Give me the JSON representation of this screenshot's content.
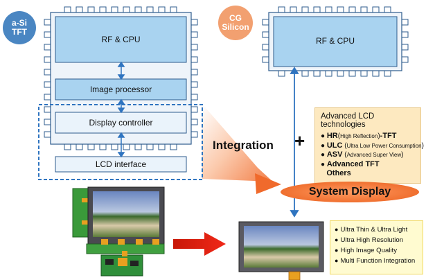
{
  "badges": {
    "left": [
      "a-Si",
      "TFT"
    ],
    "right": [
      "CG",
      "Silicon"
    ]
  },
  "left_chip": {
    "rf_cpu": "RF & CPU",
    "image_processor": "Image processor",
    "display_controller": "Display controller",
    "lcd_interface": "LCD interface"
  },
  "right_chip": {
    "rf_cpu": "RF & CPU"
  },
  "integration_label": "Integration",
  "plus_sign": "+",
  "advanced_box": {
    "title": "Advanced LCD technologies",
    "items": [
      {
        "main": "HR",
        "paren": "High Reflection",
        "suffix": "-TFT"
      },
      {
        "main": "ULC",
        "paren": "Ultra Low Power Consumption",
        "suffix": ""
      },
      {
        "main": "ASV",
        "paren": "Advanced Super View",
        "suffix": ""
      },
      {
        "main": "Advanced TFT",
        "paren": "",
        "suffix": ""
      }
    ],
    "others": "Others"
  },
  "system_display": "System Display",
  "features": [
    "Ultra Thin &  Ultra Light",
    "Ultra High Resolution",
    "High Image Quality",
    "Multi Function Integration"
  ],
  "colors": {
    "chip_blue": "#a9d3f0",
    "chip_border": "#2d5b8c",
    "dashed_blue": "#2f74c0",
    "arrow_red": "#e02010",
    "orange": "#f07030",
    "badge_blue": "#4a86c2",
    "badge_orange": "#f2a070"
  }
}
